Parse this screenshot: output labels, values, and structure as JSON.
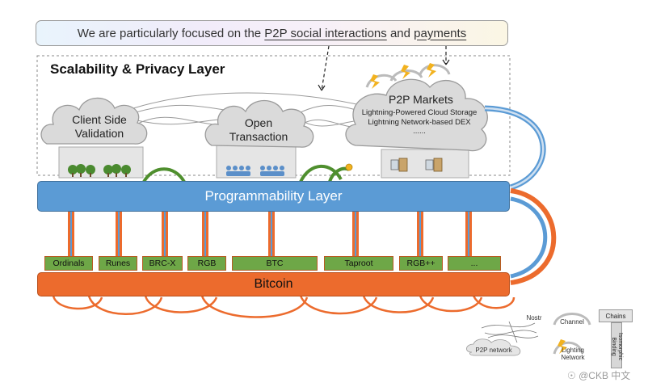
{
  "banner": {
    "prefix": "We are particularly focused on the ",
    "link1": "P2P social interactions",
    "middle": " and ",
    "link2": "payments"
  },
  "scalability_layer": {
    "title": "Scalability & Privacy Layer",
    "client_side_validation": "Client Side\nValidation",
    "open_transaction": "Open\nTransaction",
    "p2p_markets": {
      "title": "P2P Markets",
      "line1": "Lightning-Powered Cloud Storage",
      "line2": "Lightning Network-based DEX",
      "line3": "......"
    }
  },
  "programmability_layer": {
    "label": "Programmability Layer"
  },
  "protocols": [
    "Ordinals",
    "Runes",
    "BRC-X",
    "RGB",
    "BTC",
    "Taproot",
    "RGB++",
    "..."
  ],
  "bitcoin_layer": {
    "label": "Bitcoin"
  },
  "legend": {
    "nostr": "Nostr",
    "p2p_network": "P2P network",
    "channel": "Channel",
    "lighting_network": "Lighting\nNetwork",
    "chains": "Chains",
    "isomorphic_binding": "Isomorphic\nBinding"
  },
  "watermark": "☉ @CKB 中文",
  "colors": {
    "bitcoin_orange": "#ec6b2d",
    "programmability_blue": "#5b9bd5",
    "protocol_green": "#6ea747",
    "tree_green": "#4a8a2f",
    "people_blue": "#5b8fc9"
  }
}
